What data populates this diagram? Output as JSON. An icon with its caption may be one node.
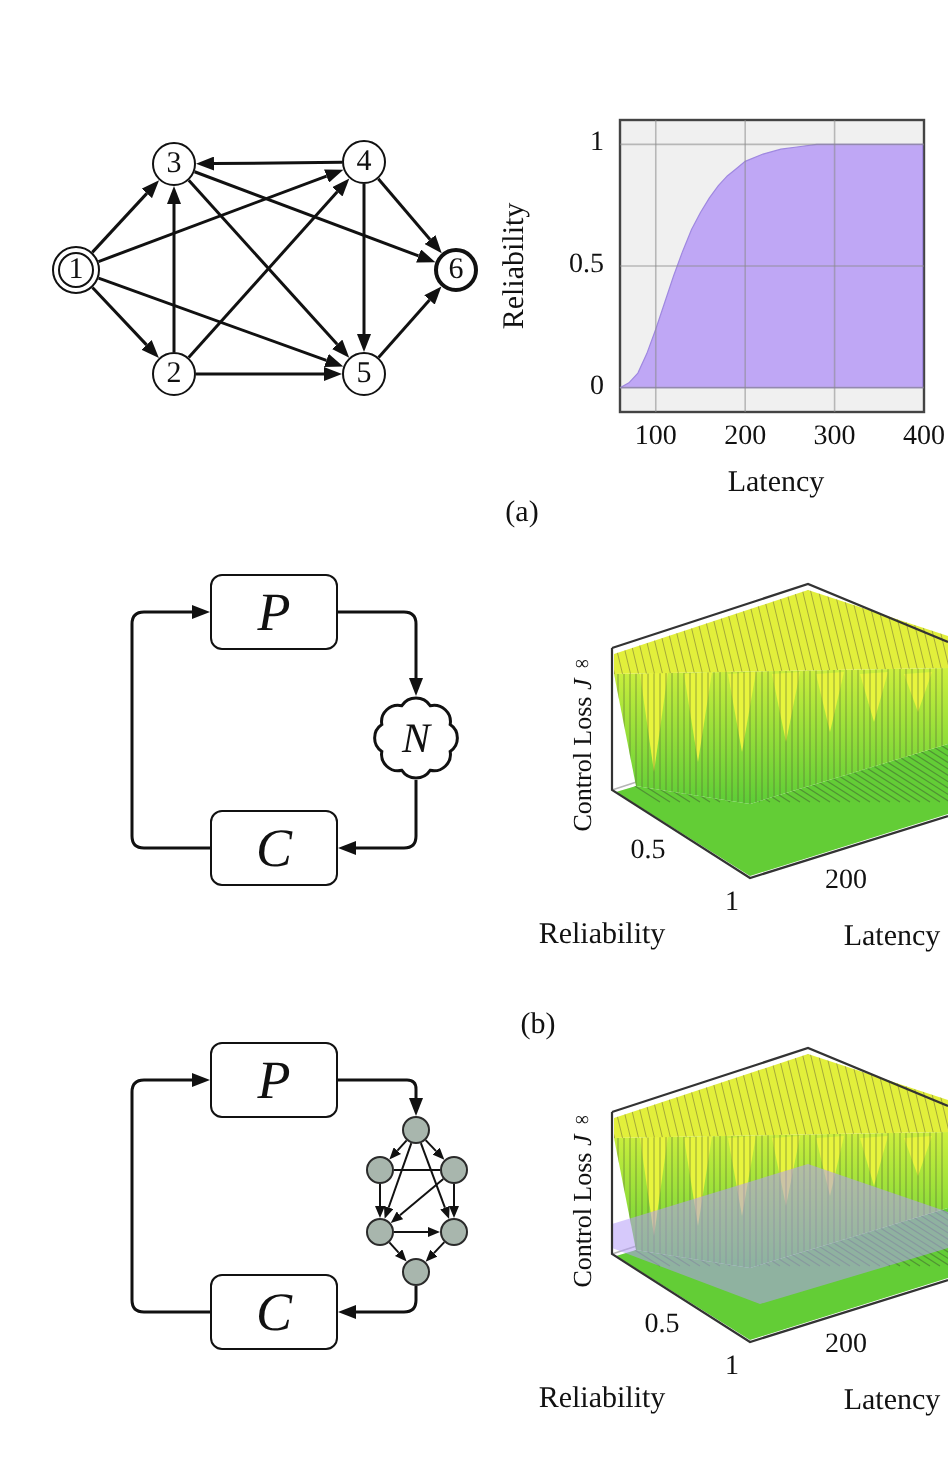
{
  "diagram": {
    "nodes": [
      {
        "text": [
          "3"
        ]
      },
      {
        "text": [
          "4"
        ]
      },
      {
        "text": [
          "1"
        ]
      },
      {
        "text": [
          "6"
        ]
      },
      {
        "text": [
          "2"
        ]
      },
      {
        "text": [
          "5"
        ]
      },
      {
        "text": [
          "P"
        ]
      },
      {
        "text": [
          "N"
        ]
      },
      {
        "text": [
          "C"
        ]
      },
      {
        "text": [
          "P"
        ]
      },
      {
        "text": [],
        "shape": "circle"
      },
      {
        "text": [],
        "shape": "circle"
      },
      {
        "text": [],
        "shape": "circle"
      },
      {
        "text": [],
        "shape": "circle"
      },
      {
        "text": [],
        "shape": "circle"
      },
      {
        "text": [],
        "shape": "circle"
      },
      {
        "text": [
          "C"
        ]
      }
    ],
    "edges": [
      {
        "from": 2,
        "to": 0,
        "arrow": "to"
      },
      {
        "from": 2,
        "to": 1,
        "arrow": "to"
      },
      {
        "from": 2,
        "to": 4,
        "arrow": "to"
      },
      {
        "from": 2,
        "to": 5,
        "arrow": "to"
      },
      {
        "from": 1,
        "to": 0,
        "arrow": "to"
      },
      {
        "from": 4,
        "to": 0,
        "arrow": "to"
      },
      {
        "from": 4,
        "to": 1,
        "arrow": "to"
      },
      {
        "from": 4,
        "to": 5,
        "arrow": "to"
      },
      {
        "from": 0,
        "to": 3,
        "arrow": "to"
      },
      {
        "from": 0,
        "to": 5,
        "arrow": "to"
      },
      {
        "from": 1,
        "to": 5,
        "arrow": "to"
      },
      {
        "from": 1,
        "to": 3,
        "arrow": "to"
      },
      {
        "from": 5,
        "to": 3,
        "arrow": "to"
      },
      {
        "from": 6,
        "to": 7,
        "arrow": "to"
      },
      {
        "from": 7,
        "to": 8,
        "arrow": "to"
      },
      {
        "from": 8,
        "to": 6,
        "arrow": "to"
      },
      {
        "from": 9,
        "to": 10,
        "arrow": "to"
      },
      {
        "from": 15,
        "to": 16,
        "arrow": "to"
      },
      {
        "from": 16,
        "to": 9,
        "arrow": "to"
      },
      {
        "from": 10,
        "to": 11,
        "arrow": "to"
      },
      {
        "from": 10,
        "to": 12,
        "arrow": "to"
      },
      {
        "from": 10,
        "to": 13,
        "arrow": "to"
      },
      {
        "from": 10,
        "to": 14,
        "arrow": "to"
      },
      {
        "from": 11,
        "to": 12,
        "arrow": "none"
      },
      {
        "from": 11,
        "to": 13,
        "arrow": "to"
      },
      {
        "from": 12,
        "to": 14,
        "arrow": "to"
      },
      {
        "from": 12,
        "to": 13,
        "arrow": "to"
      },
      {
        "from": 13,
        "to": 14,
        "arrow": "to"
      },
      {
        "from": 13,
        "to": 15,
        "arrow": "to"
      },
      {
        "from": 14,
        "to": 15,
        "arrow": "to"
      }
    ],
    "labels": [
      "(a)",
      "Control Loss *J*$_{∞}$",
      "0.5",
      "200",
      "1",
      "Reliability",
      "Latency",
      "(b)",
      "Control Loss *J*$_{∞}$",
      "0.5",
      "200",
      "1",
      "Reliability",
      "Latency"
    ],
    "chart_data": {
      "type": "area",
      "xlabel": "Latency",
      "ylabel": "Reliability",
      "x": [
        60,
        70,
        80,
        90,
        100,
        110,
        120,
        130,
        140,
        150,
        160,
        170,
        180,
        190,
        200,
        220,
        240,
        260,
        280,
        300,
        400
      ],
      "series": [
        {
          "color": "#bfa7f5",
          "values": [
            0,
            0.02,
            0.06,
            0.14,
            0.24,
            0.35,
            0.46,
            0.56,
            0.65,
            0.72,
            0.78,
            0.83,
            0.87,
            0.9,
            0.93,
            0.96,
            0.98,
            0.99,
            1,
            1,
            1
          ]
        }
      ],
      "xlim": [
        60,
        400
      ],
      "ylim": [
        -0.1,
        1.1
      ],
      "xticks": [
        100,
        200,
        300,
        400
      ],
      "yticks": [
        0,
        0.5,
        1
      ],
      "grid": true
    }
  }
}
